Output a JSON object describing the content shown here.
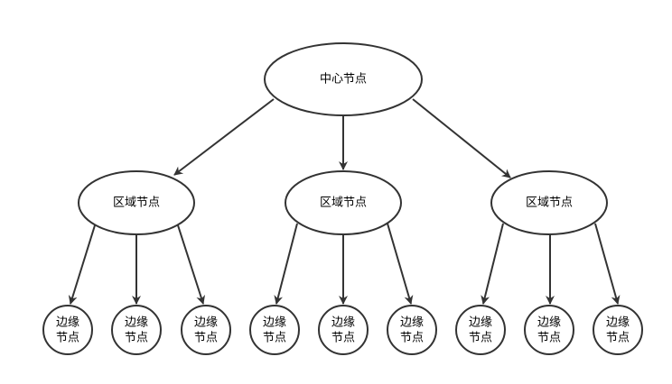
{
  "diagram": {
    "center": {
      "label": "中心节点"
    },
    "regions": [
      {
        "label": "区域节点",
        "edges": [
          {
            "line1": "边缘",
            "line2": "节点"
          },
          {
            "line1": "边缘",
            "line2": "节点"
          },
          {
            "line1": "边缘",
            "line2": "节点"
          }
        ]
      },
      {
        "label": "区域节点",
        "edges": [
          {
            "line1": "边缘",
            "line2": "节点"
          },
          {
            "line1": "边缘",
            "line2": "节点"
          },
          {
            "line1": "边缘",
            "line2": "节点"
          }
        ]
      },
      {
        "label": "区域节点",
        "edges": [
          {
            "line1": "边缘",
            "line2": "节点"
          },
          {
            "line1": "边缘",
            "line2": "节点"
          },
          {
            "line1": "边缘",
            "line2": "节点"
          }
        ]
      }
    ],
    "colors": {
      "stroke": "#333333",
      "fill": "#ffffff",
      "text": "#000000"
    }
  }
}
